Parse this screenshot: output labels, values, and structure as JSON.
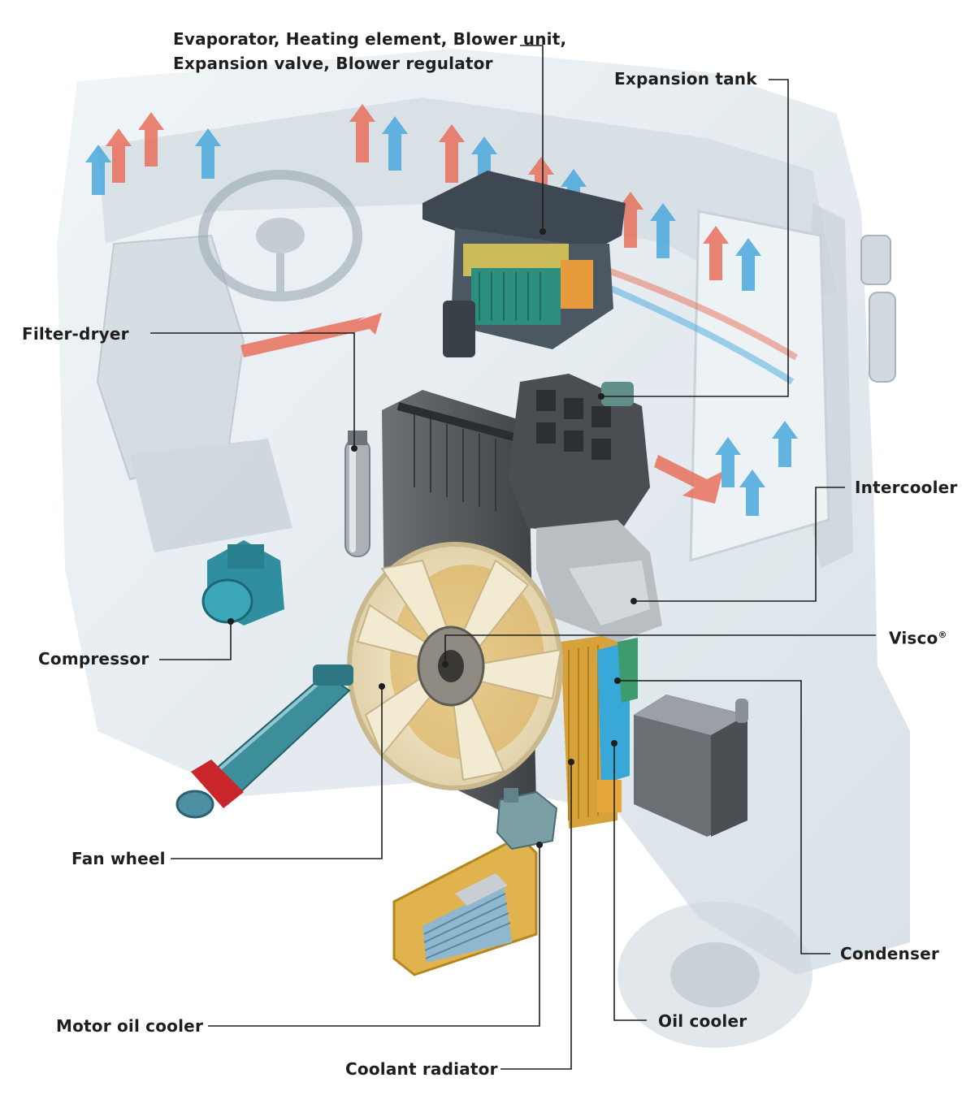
{
  "labels": {
    "evaporator_line1": "Evaporator, Heating element, Blower unit,",
    "evaporator_line2": "Expansion valve, Blower regulator",
    "expansion_tank": "Expansion tank",
    "filter_dryer": "Filter-dryer",
    "intercooler": "Intercooler",
    "visco": "Visco",
    "visco_mark": "®",
    "compressor": "Compressor",
    "fan_wheel": "Fan wheel",
    "condenser": "Condenser",
    "oil_cooler": "Oil cooler",
    "motor_oil_cooler": "Motor oil cooler",
    "coolant_radiator": "Coolant radiator"
  },
  "colors": {
    "leader_line": "#1e1e1e",
    "warm_air_arrow": "#e8705c",
    "cool_air_arrow": "#4aa8dc",
    "component_teal": "#2f8fa0",
    "component_yellow": "#e7b54a",
    "fan_blade": "#efe3c4",
    "housing_dark": "#55595d",
    "cab_ghost": "#d9e3ea"
  }
}
